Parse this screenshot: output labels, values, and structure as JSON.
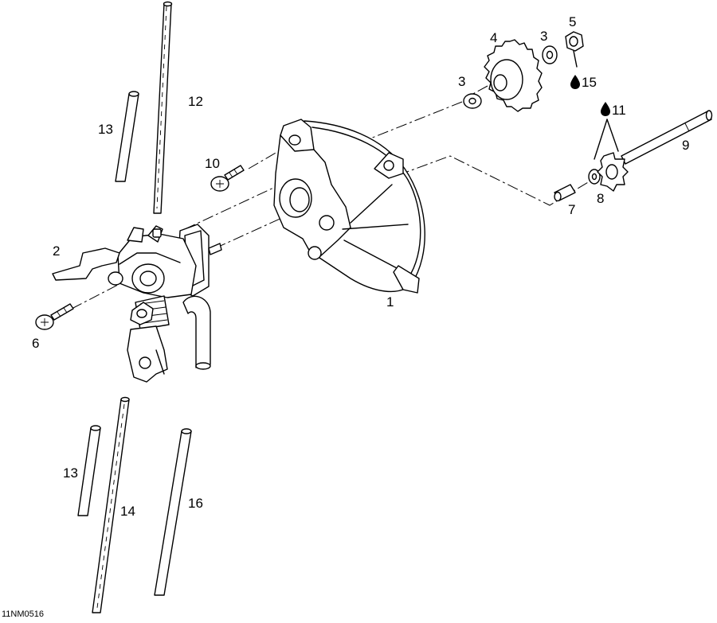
{
  "diagram": {
    "code": "11NM0516",
    "callouts": [
      {
        "id": "c1",
        "text": "1"
      },
      {
        "id": "c2",
        "text": "2"
      },
      {
        "id": "c3a",
        "text": "3"
      },
      {
        "id": "c3b",
        "text": "3"
      },
      {
        "id": "c4",
        "text": "4"
      },
      {
        "id": "c5",
        "text": "5"
      },
      {
        "id": "c6",
        "text": "6"
      },
      {
        "id": "c7",
        "text": "7"
      },
      {
        "id": "c8",
        "text": "8"
      },
      {
        "id": "c9",
        "text": "9"
      },
      {
        "id": "c10",
        "text": "10"
      },
      {
        "id": "c11",
        "text": "11"
      },
      {
        "id": "c12",
        "text": "12"
      },
      {
        "id": "c13a",
        "text": "13"
      },
      {
        "id": "c13b",
        "text": "13"
      },
      {
        "id": "c14",
        "text": "14"
      },
      {
        "id": "c15",
        "text": "15"
      },
      {
        "id": "c16",
        "text": "16"
      }
    ],
    "icons": [
      "oil-drop-icon"
    ]
  }
}
